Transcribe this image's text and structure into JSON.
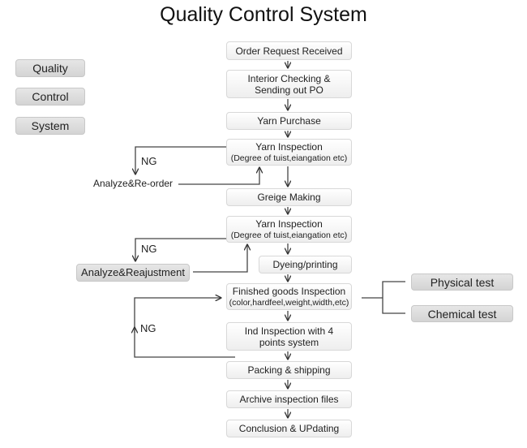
{
  "title": "Quality Control System",
  "legend": [
    "Quality",
    "Control",
    "System"
  ],
  "steps": {
    "s1": "Order Request Received",
    "s2a": "Interior Checking &",
    "s2b": "Sending out PO",
    "s3": "Yarn Purchase",
    "s4a": "Yarn Inspection",
    "s4b": "(Degree of tuist,eiangation etc)",
    "s5": "Greige Making",
    "s6a": "Yarn Inspection",
    "s6b": "(Degree of tuist,eiangation etc)",
    "s7": "Dyeing/printing",
    "s8a": "Finished goods Inspection",
    "s8b": "(color,hardfeel,weight,width,etc)",
    "s9a": "Ind Inspection with 4",
    "s9b": "points system",
    "s10": "Packing & shipping",
    "s11": "Archive inspection files",
    "s12": "Conclusion & UPdating"
  },
  "side": {
    "physical": "Physical test",
    "chemical": "Chemical test",
    "reorder": "Analyze&Re-order",
    "readjust": "Analyze&Reajustment",
    "ng": "NG"
  }
}
